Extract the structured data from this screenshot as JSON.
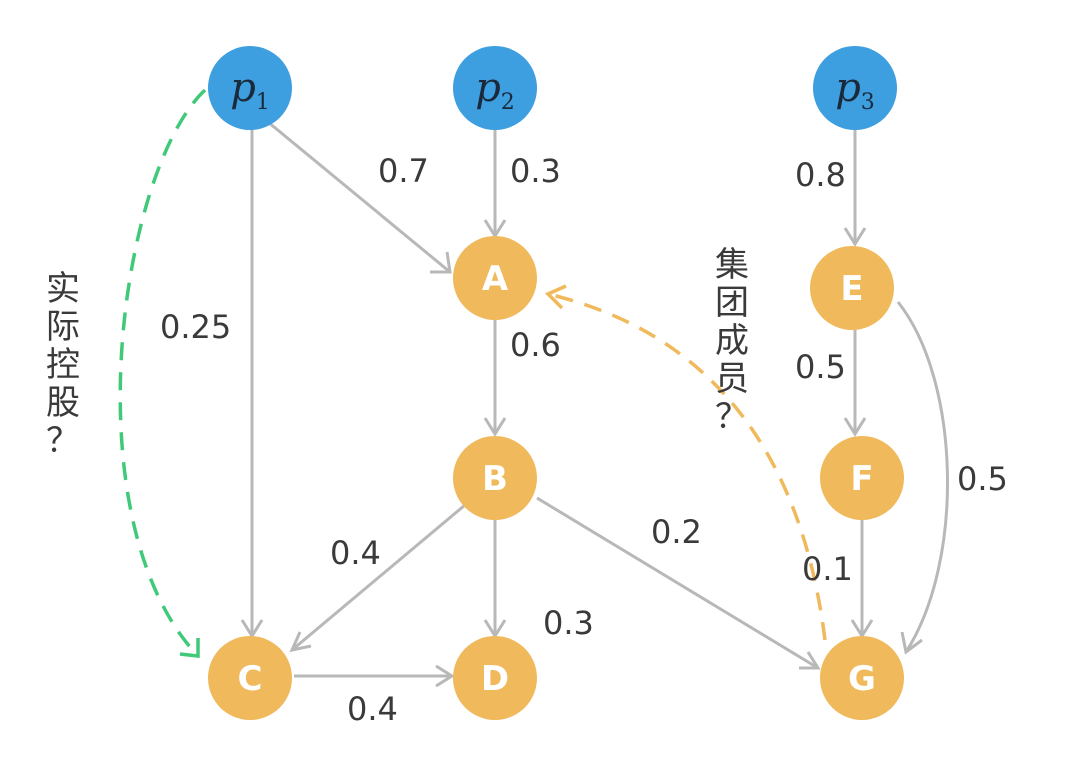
{
  "colors": {
    "company_node": "#f0b95b",
    "person_node": "#3d9ee0",
    "edge": "#b8b8b8",
    "control_dash": "#41c97a",
    "group_dash": "#f0b95b"
  },
  "nodes": {
    "p1": {
      "letter": "p",
      "sub": "1"
    },
    "p2": {
      "letter": "p",
      "sub": "2"
    },
    "p3": {
      "letter": "p",
      "sub": "3"
    },
    "A": "A",
    "B": "B",
    "C": "C",
    "D": "D",
    "E": "E",
    "F": "F",
    "G": "G"
  },
  "edges": {
    "p1_A": "0.7",
    "p2_A": "0.3",
    "p1_C": "0.25",
    "A_B": "0.6",
    "B_C": "0.4",
    "B_D": "0.3",
    "B_G": "0.2",
    "C_D": "0.4",
    "p3_E": "0.8",
    "E_F": "0.5",
    "E_G": "0.5",
    "F_G": "0.1"
  },
  "annotations": {
    "actual_control": [
      "实",
      "际",
      "控",
      "股",
      "？"
    ],
    "group_member": [
      "集",
      "团",
      "成",
      "员",
      "？"
    ]
  }
}
